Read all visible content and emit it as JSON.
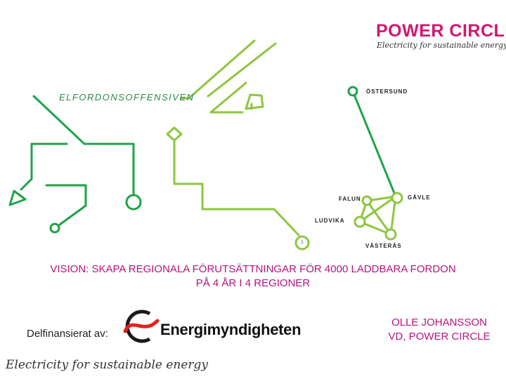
{
  "brand": {
    "name": "POWER CIRCLE",
    "tagline": "Electricity for sustainable energy",
    "color": "#d1176e"
  },
  "campaign": {
    "name": "ELFORDONSOFFENSIVEN"
  },
  "map": {
    "cities": [
      "ÖSTERSUND",
      "FALUN",
      "GÄVLE",
      "LUDVIKA",
      "VÄSTERÅS"
    ],
    "node_number": "1",
    "colors": {
      "dark_green": "#1fa24a",
      "light_green": "#8dc63f"
    }
  },
  "vision": {
    "line1": "VISION: SKAPA REGIONALA FÖRUTSÄTTNINGAR FÖR 4000 LADDBARA FORDON",
    "line2": "PÅ 4 ÅR I 4 REGIONER",
    "color": "#b5147e"
  },
  "funding": {
    "label": "Delfinansierat av:",
    "partner": "Energimyndigheten"
  },
  "presenter": {
    "name": "OLLE JOHANSSON",
    "title": "VD, POWER CIRCLE"
  },
  "footer": {
    "tagline": "Electricity for sustainable energy"
  },
  "icons": [
    "energimyndigheten-logo-icon",
    "route-arrow-icon",
    "route-node-icon"
  ]
}
